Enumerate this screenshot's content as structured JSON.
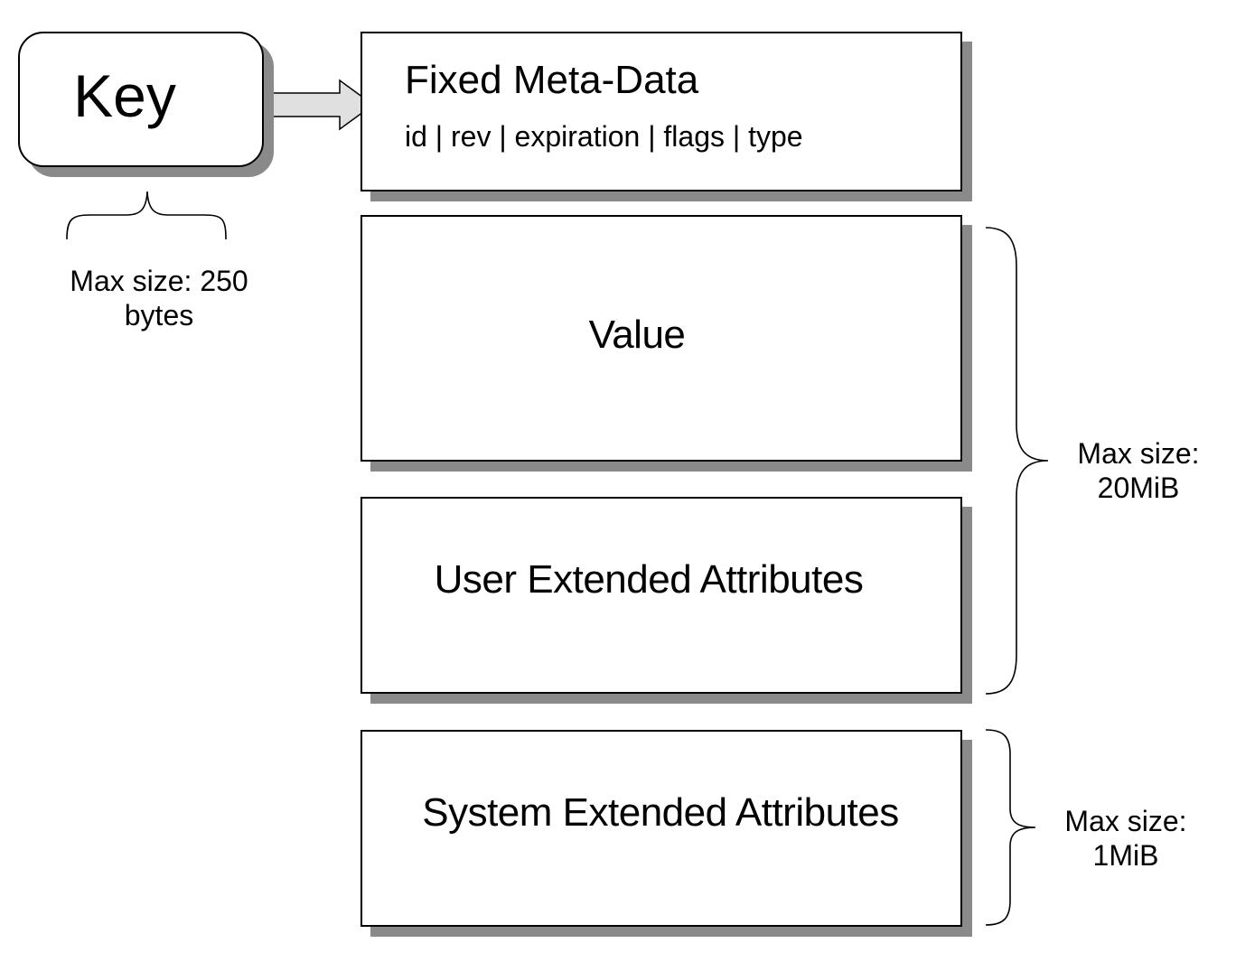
{
  "key": {
    "label": "Key",
    "max_size_line1": "Max size: 250",
    "max_size_line2": "bytes"
  },
  "fixed_metadata": {
    "title": "Fixed Meta-Data",
    "fields": "id | rev | expiration | flags | type"
  },
  "value": {
    "label": "Value"
  },
  "user_xattrs": {
    "label": "User Extended Attributes"
  },
  "system_xattrs": {
    "label": "System Extended Attributes"
  },
  "value_group_note": {
    "line1": "Max size:",
    "line2": "20MiB"
  },
  "system_note": {
    "line1": "Max size:",
    "line2": "1MiB"
  },
  "colors": {
    "shadow": "#8a8a8a",
    "arrow_fill": "#e0e0e0",
    "stroke": "#000000"
  }
}
